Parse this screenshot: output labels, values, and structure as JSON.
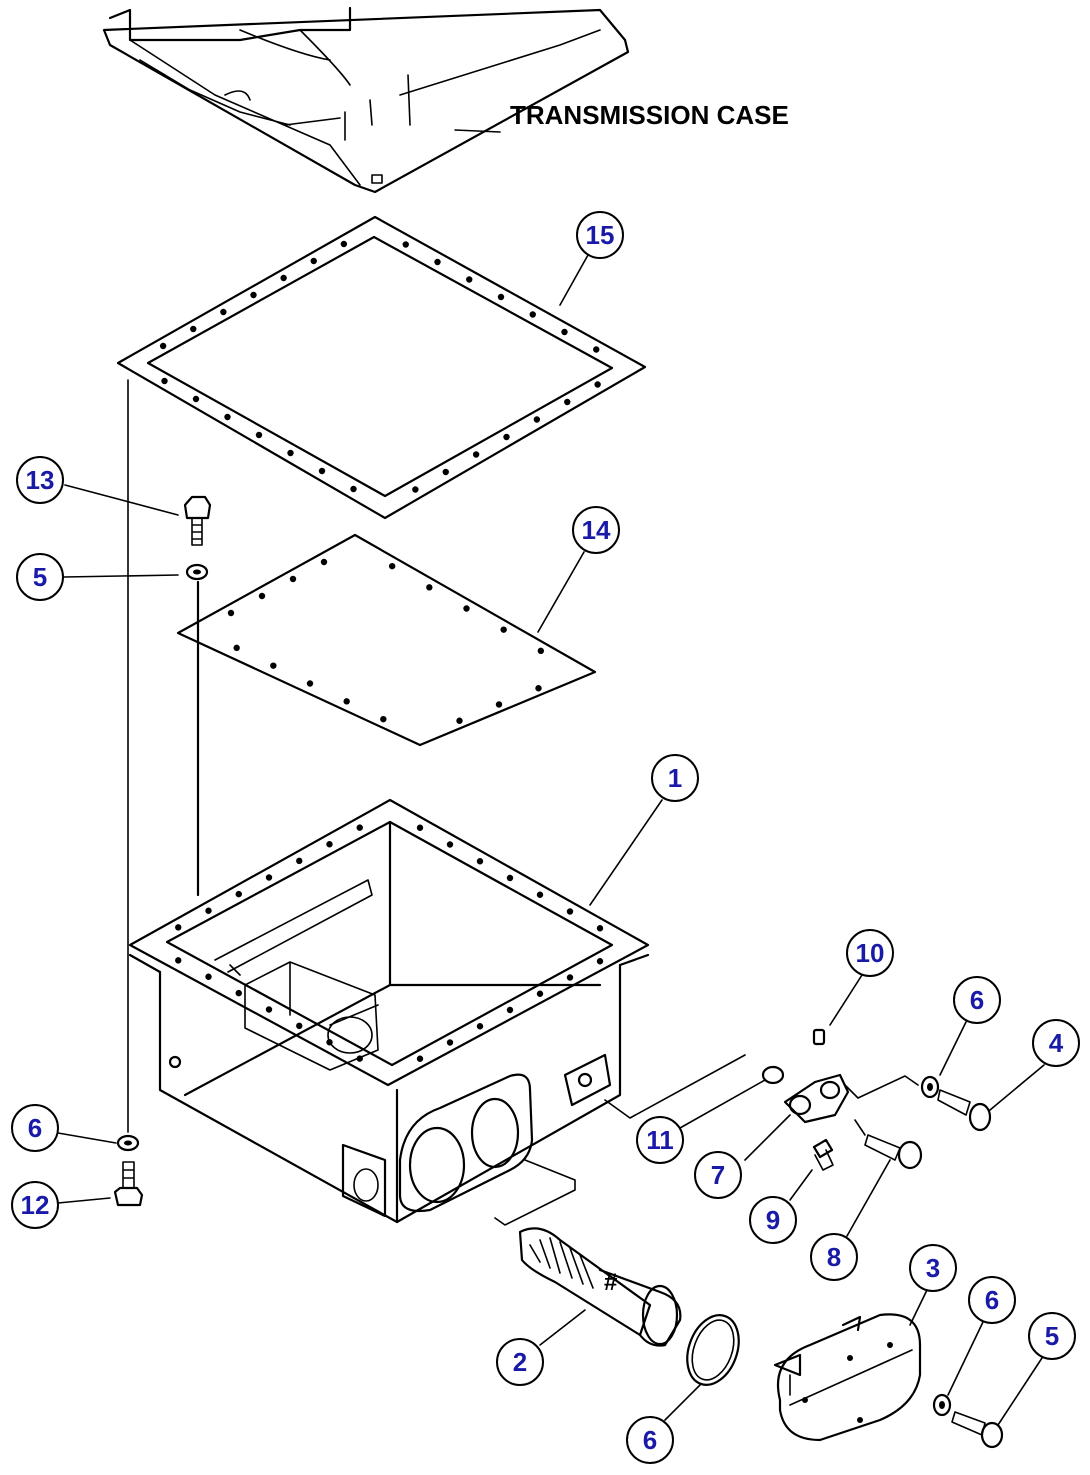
{
  "diagram": {
    "caption": "TRANSMISSION CASE",
    "callouts": [
      {
        "id": "c1",
        "label": "1"
      },
      {
        "id": "c2",
        "label": "2"
      },
      {
        "id": "c3",
        "label": "3"
      },
      {
        "id": "c4",
        "label": "4"
      },
      {
        "id": "c5a",
        "label": "5"
      },
      {
        "id": "c5b",
        "label": "5"
      },
      {
        "id": "c6a",
        "label": "6"
      },
      {
        "id": "c6b",
        "label": "6"
      },
      {
        "id": "c6c",
        "label": "6"
      },
      {
        "id": "c6d",
        "label": "6"
      },
      {
        "id": "c7",
        "label": "7"
      },
      {
        "id": "c8",
        "label": "8"
      },
      {
        "id": "c9",
        "label": "9"
      },
      {
        "id": "c10",
        "label": "10"
      },
      {
        "id": "c11",
        "label": "11"
      },
      {
        "id": "c12",
        "label": "12"
      },
      {
        "id": "c13",
        "label": "13"
      },
      {
        "id": "c14",
        "label": "14"
      },
      {
        "id": "c15",
        "label": "15"
      }
    ]
  }
}
